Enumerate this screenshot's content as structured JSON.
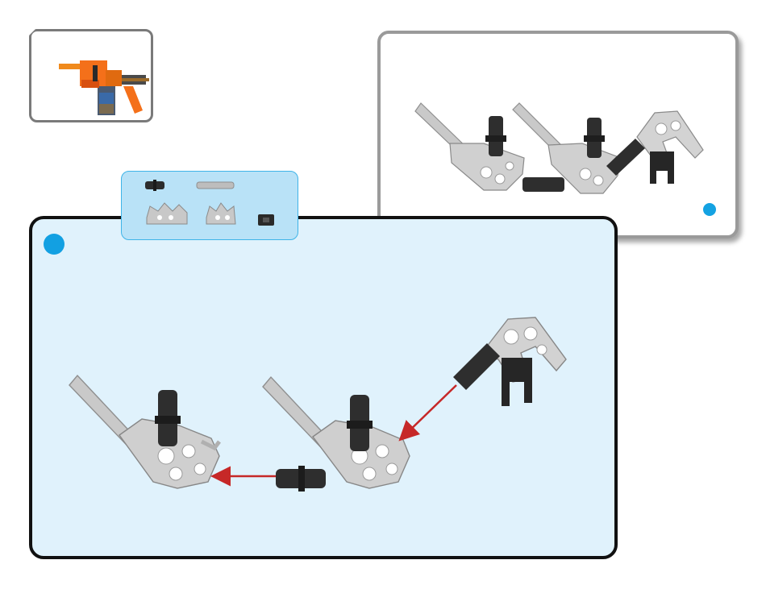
{
  "page": {
    "kind": "assembly-instruction-step",
    "accent_color": "#12a0e2",
    "arrow_color": "#c62828"
  },
  "thumbnail": {
    "icon": "finished-blaster-thumbnail-icon"
  },
  "parts_list": {
    "items": [
      {
        "icon": "black-connector-icon"
      },
      {
        "icon": "grey-rod-icon"
      },
      {
        "icon": "grey-angled-bracket-icon"
      },
      {
        "icon": "grey-angled-bracket-icon"
      },
      {
        "icon": "black-clip-icon"
      }
    ]
  },
  "main_panel": {
    "assemblies": [
      {
        "name": "left-subassembly",
        "icon": "bracket-with-rod-and-connector-icon"
      },
      {
        "name": "middle-subassembly",
        "icon": "bracket-with-rod-and-connectors-icon"
      },
      {
        "name": "right-subassembly",
        "icon": "bracket-with-clip-and-connector-icon"
      }
    ],
    "arrows": [
      {
        "name": "arrow-right-to-middle",
        "direction": "down-left"
      },
      {
        "name": "arrow-middle-to-left",
        "direction": "left"
      }
    ]
  },
  "result_panel": {
    "icon": "completed-assembly-icon"
  }
}
